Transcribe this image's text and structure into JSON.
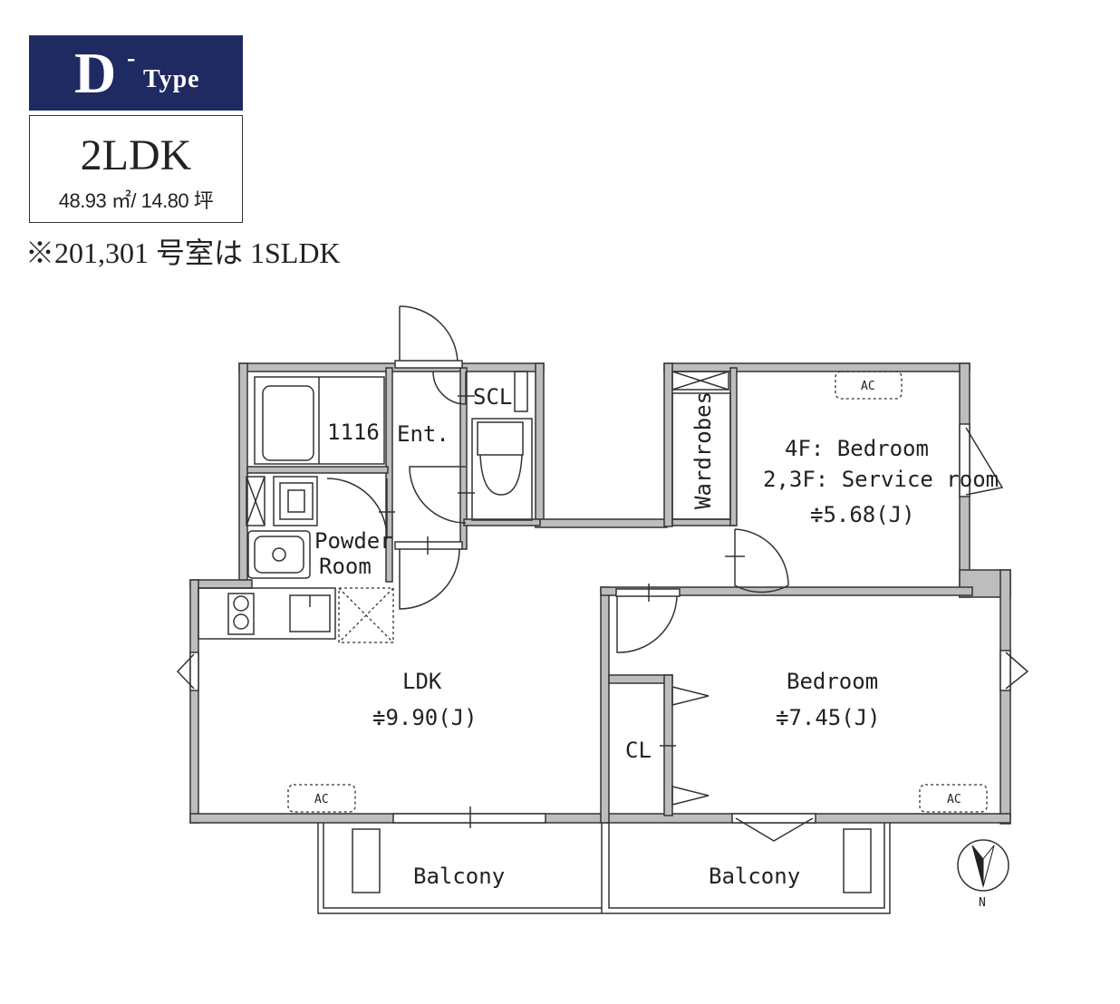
{
  "header": {
    "type_letter": "D",
    "type_dash": "-",
    "type_word": "Type",
    "layout_name": "2LDK",
    "area": "48.93 ㎡/ 14.80 坪",
    "note": "※201,301 号室は 1SLDK"
  },
  "rooms": {
    "bath": "1116",
    "entrance": "Ent.",
    "shoe_closet": "SCL",
    "powder_line1": "Powder",
    "powder_line2": "Room",
    "wardrobes": "Wardrobes",
    "bedroom_top_line1": "4F: Bedroom",
    "bedroom_top_line2": "2,3F: Service room",
    "bedroom_top_size": "≑5.68(J)",
    "ldk": "LDK",
    "ldk_size": "≑9.90(J)",
    "bedroom": "Bedroom",
    "bedroom_size": "≑7.45(J)",
    "closet": "CL",
    "balcony_left": "Balcony",
    "balcony_right": "Balcony"
  },
  "ac_labels": {
    "top": "AC",
    "ldk": "AC",
    "bedroom": "AC"
  },
  "compass": {
    "north_label": "N"
  },
  "colors": {
    "banner": "#1f2a63",
    "wall": "#bdbdbd",
    "line": "#333333"
  }
}
